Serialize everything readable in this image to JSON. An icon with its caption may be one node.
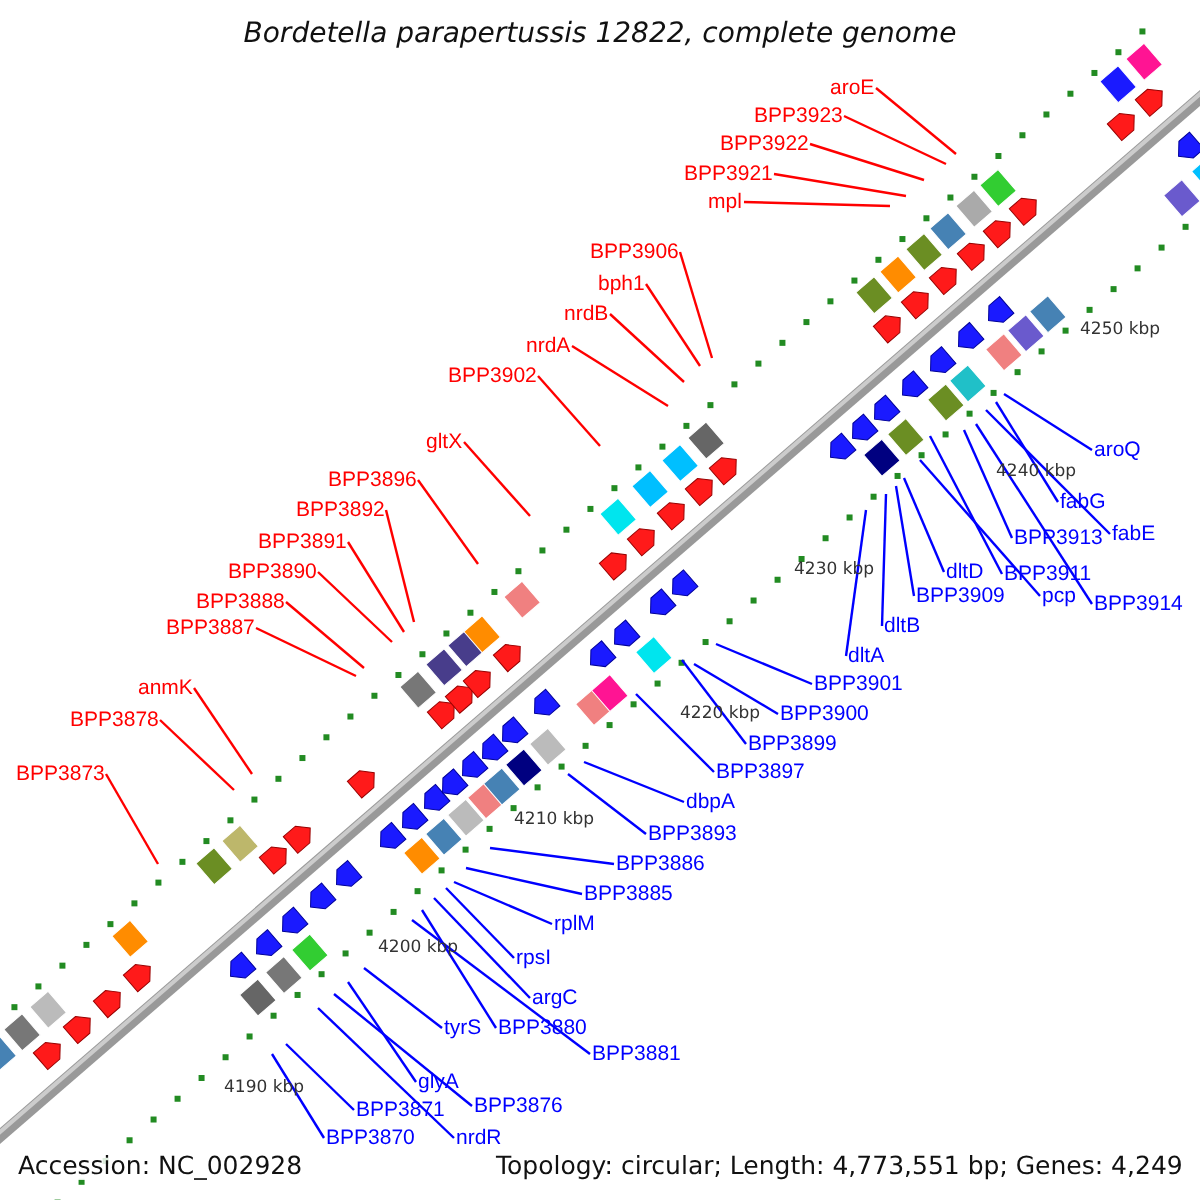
{
  "diagram": {
    "title": "Bordetella parapertussis 12822, complete genome",
    "nodes": [
      {
        "text": [
          "aroE"
        ]
      },
      {
        "text": [
          "BPP3923"
        ]
      },
      {
        "text": [
          "BPP3922"
        ]
      },
      {
        "text": [
          "BPP3921"
        ]
      },
      {
        "text": [
          "mpl"
        ]
      },
      {
        "text": [
          "BPP3906"
        ]
      },
      {
        "text": [
          "bph1"
        ]
      },
      {
        "text": [
          "nrdB"
        ]
      },
      {
        "text": [
          "nrdA"
        ]
      },
      {
        "text": [
          "BPP3902"
        ]
      },
      {
        "text": [
          "gltX"
        ]
      },
      {
        "text": [
          "BPP3896"
        ]
      },
      {
        "text": [
          "BPP3892"
        ]
      },
      {
        "text": [
          "BPP3891"
        ]
      },
      {
        "text": [
          "BPP3890"
        ]
      },
      {
        "text": [
          "BPP3888"
        ]
      },
      {
        "text": [
          "BPP3887"
        ]
      },
      {
        "text": [
          "anmK"
        ]
      },
      {
        "text": [
          "BPP3878"
        ]
      },
      {
        "text": [
          "BPP3873"
        ]
      },
      {
        "text": [
          "aroQ"
        ]
      },
      {
        "text": [
          "fabG"
        ]
      },
      {
        "text": [
          "fabE"
        ]
      },
      {
        "text": [
          "BPP3913"
        ]
      },
      {
        "text": [
          "BPP3911"
        ]
      },
      {
        "text": [
          "pcp"
        ]
      },
      {
        "text": [
          "BPP3914"
        ]
      },
      {
        "text": [
          "dltD"
        ]
      },
      {
        "text": [
          "BPP3909"
        ]
      },
      {
        "text": [
          "dltB"
        ]
      },
      {
        "text": [
          "dltA"
        ]
      },
      {
        "text": [
          "BPP3901"
        ]
      },
      {
        "text": [
          "BPP3900"
        ]
      },
      {
        "text": [
          "BPP3899"
        ]
      },
      {
        "text": [
          "BPP3897"
        ]
      },
      {
        "text": [
          "dbpA"
        ]
      },
      {
        "text": [
          "BPP3893"
        ]
      },
      {
        "text": [
          "BPP3886"
        ]
      },
      {
        "text": [
          "BPP3885"
        ]
      },
      {
        "text": [
          "rplM"
        ]
      },
      {
        "text": [
          "rpsI"
        ]
      },
      {
        "text": [
          "argC"
        ]
      },
      {
        "text": [
          "tyrS"
        ]
      },
      {
        "text": [
          "BPP3880"
        ]
      },
      {
        "text": [
          "BPP3881"
        ]
      },
      {
        "text": [
          "glyA"
        ]
      },
      {
        "text": [
          "BPP3876"
        ]
      },
      {
        "text": [
          "BPP3871"
        ]
      },
      {
        "text": [
          "nrdR"
        ]
      },
      {
        "text": [
          "BPP3870"
        ]
      }
    ],
    "edges": [
      {
        "from": 0,
        "to": null,
        "arrow": "none",
        "color": "#ff0000"
      },
      {
        "from": 1,
        "to": null,
        "arrow": "none",
        "color": "#ff0000"
      },
      {
        "from": 2,
        "to": null,
        "arrow": "none",
        "color": "#ff0000"
      },
      {
        "from": 3,
        "to": null,
        "arrow": "none",
        "color": "#ff0000"
      },
      {
        "from": 4,
        "to": null,
        "arrow": "none",
        "color": "#ff0000"
      },
      {
        "from": 5,
        "to": null,
        "arrow": "none",
        "color": "#ff0000"
      },
      {
        "from": 6,
        "to": null,
        "arrow": "none",
        "color": "#ff0000"
      },
      {
        "from": 7,
        "to": null,
        "arrow": "none",
        "color": "#ff0000"
      },
      {
        "from": 8,
        "to": null,
        "arrow": "none",
        "color": "#ff0000"
      },
      {
        "from": 9,
        "to": null,
        "arrow": "none",
        "color": "#ff0000"
      },
      {
        "from": 10,
        "to": null,
        "arrow": "none",
        "color": "#ff0000"
      },
      {
        "from": 11,
        "to": null,
        "arrow": "none",
        "color": "#ff0000"
      },
      {
        "from": 12,
        "to": null,
        "arrow": "none",
        "color": "#ff0000"
      },
      {
        "from": 13,
        "to": null,
        "arrow": "none",
        "color": "#ff0000"
      },
      {
        "from": 14,
        "to": null,
        "arrow": "none",
        "color": "#ff0000"
      },
      {
        "from": 15,
        "to": null,
        "arrow": "none",
        "color": "#ff0000"
      },
      {
        "from": 16,
        "to": null,
        "arrow": "none",
        "color": "#ff0000"
      },
      {
        "from": 17,
        "to": null,
        "arrow": "none",
        "color": "#ff0000"
      },
      {
        "from": 18,
        "to": null,
        "arrow": "none",
        "color": "#ff0000"
      },
      {
        "from": 19,
        "to": null,
        "arrow": "none",
        "color": "#ff0000"
      },
      {
        "from": 20,
        "to": null,
        "arrow": "none"
      },
      {
        "from": 21,
        "to": null,
        "arrow": "none"
      },
      {
        "from": 22,
        "to": null,
        "arrow": "none"
      },
      {
        "from": 23,
        "to": null,
        "arrow": "none"
      },
      {
        "from": 24,
        "to": null,
        "arrow": "none"
      },
      {
        "from": 25,
        "to": null,
        "arrow": "none"
      },
      {
        "from": 26,
        "to": null,
        "arrow": "none"
      },
      {
        "from": 27,
        "to": null,
        "arrow": "none"
      },
      {
        "from": 28,
        "to": null,
        "arrow": "none"
      },
      {
        "from": 29,
        "to": null,
        "arrow": "none"
      },
      {
        "from": 30,
        "to": null,
        "arrow": "none"
      },
      {
        "from": 31,
        "to": null,
        "arrow": "none"
      },
      {
        "from": 32,
        "to": null,
        "arrow": "none"
      },
      {
        "from": 33,
        "to": null,
        "arrow": "none"
      },
      {
        "from": 34,
        "to": null,
        "arrow": "none"
      },
      {
        "from": 35,
        "to": null,
        "arrow": "none"
      },
      {
        "from": 36,
        "to": null,
        "arrow": "none"
      },
      {
        "from": 37,
        "to": null,
        "arrow": "none"
      },
      {
        "from": 38,
        "to": null,
        "arrow": "none"
      },
      {
        "from": 39,
        "to": null,
        "arrow": "none"
      },
      {
        "from": 40,
        "to": null,
        "arrow": "none"
      },
      {
        "from": 41,
        "to": null,
        "arrow": "none"
      },
      {
        "from": 42,
        "to": null,
        "arrow": "none"
      },
      {
        "from": 43,
        "to": null,
        "arrow": "none"
      },
      {
        "from": 44,
        "to": null,
        "arrow": "none"
      },
      {
        "from": 45,
        "to": null,
        "arrow": "none"
      },
      {
        "from": 46,
        "to": null,
        "arrow": "none"
      },
      {
        "from": 47,
        "to": null,
        "arrow": "none"
      },
      {
        "from": 48,
        "to": null,
        "arrow": "none"
      },
      {
        "from": 49,
        "to": null,
        "arrow": "none"
      }
    ],
    "labels": [
      "4250 kbp",
      "4240 kbp",
      "4230 kbp",
      "4220 kbp",
      "4210 kbp",
      "4200 kbp",
      "4190 kbp",
      "Accession: NC_002928",
      "Topology: circular; Length: 4,773,551 bp; Genes: 4,249"
    ]
  }
}
